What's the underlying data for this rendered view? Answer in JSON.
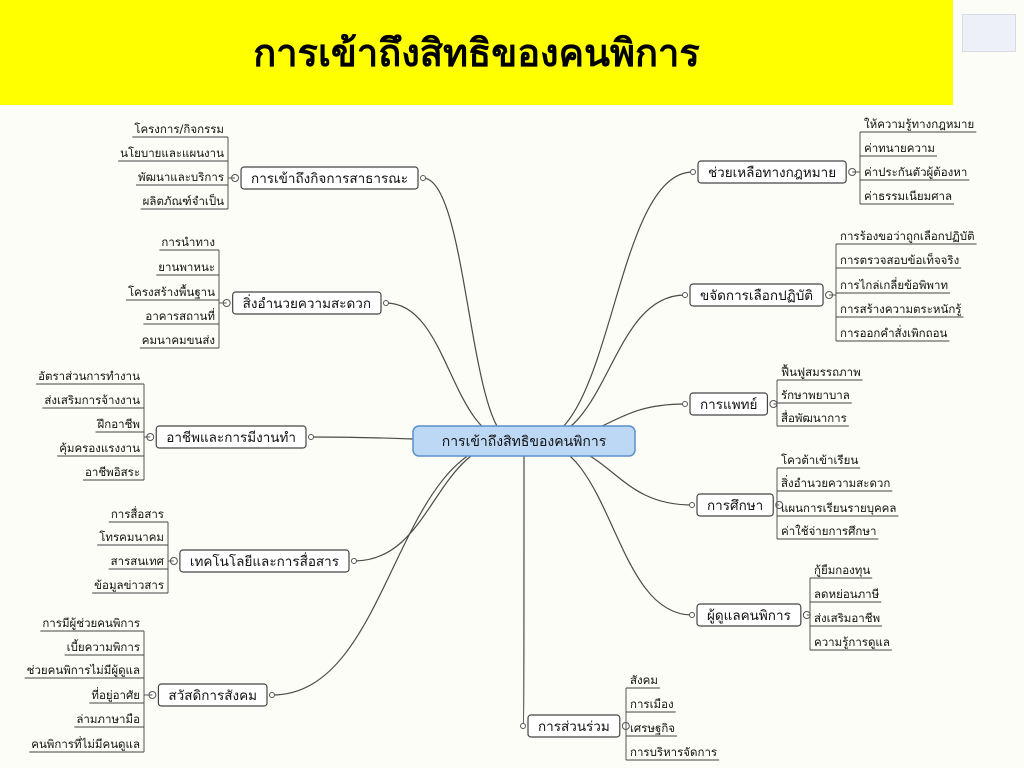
{
  "title": "การเข้าถึงสิทธิของคนพิการ",
  "colors": {
    "banner": "#ffff00",
    "center_fill": "#bcd8f4",
    "center_border": "#5b8fc9",
    "lines": "#4a4a4a"
  },
  "center": "การเข้าถึงสิทธิของคนพิการ",
  "left_branches": [
    {
      "label": "การเข้าถึงกิจการสาธารณะ",
      "leaves": [
        "โครงการ/กิจกรรม",
        "นโยบายและแผนงาน",
        "พัฒนาและบริการ",
        "ผลิตภัณฑ์จำเป็น"
      ]
    },
    {
      "label": "สิ่งอำนวยความสะดวก",
      "leaves": [
        "การนำทาง",
        "ยานพาหนะ",
        "โครงสร้างพื้นฐาน",
        "อาคารสถานที่",
        "คมนาคมขนส่ง"
      ]
    },
    {
      "label": "อาชีพและการมีงานทำ",
      "leaves": [
        "อัตราส่วนการทำงาน",
        "ส่งเสริมการจ้างงาน",
        "ฝึกอาชีพ",
        "คุ้มครองแรงงาน",
        "อาชีพอิสระ"
      ]
    },
    {
      "label": "เทคโนโลยีและการสื่อสาร",
      "leaves": [
        "การสื่อสาร",
        "โทรคมนาคม",
        "สารสนเทศ",
        "ข้อมูลข่าวสาร"
      ]
    },
    {
      "label": "สวัสดิการสังคม",
      "leaves": [
        "การมีผู้ช่วยคนพิการ",
        "เบี้ยความพิการ",
        "ช่วยคนพิการไม่มีผู้ดูแล",
        "ที่อยู่อาศัย",
        "ล่ามภาษามือ",
        "คนพิการที่ไม่มีคนดูแล"
      ]
    }
  ],
  "right_branches": [
    {
      "label": "ช่วยเหลือทางกฎหมาย",
      "leaves": [
        "ให้ความรู้ทางกฎหมาย",
        "ค่าทนายความ",
        "ค่าประกันตัวผู้ต้องหา",
        "ค่าธรรมเนียมศาล"
      ]
    },
    {
      "label": "ขจัดการเลือกปฏิบัติ",
      "leaves": [
        "การร้องขอว่าถูกเลือกปฏิบัติ",
        "การตรวจสอบข้อเท็จจริง",
        "การไกล่เกลี่ยข้อพิพาท",
        "การสร้างความตระหนักรู้",
        "การออกคำสั่งเพิกถอน"
      ]
    },
    {
      "label": "การแพทย์",
      "leaves": [
        "ฟื้นฟูสมรรถภาพ",
        "รักษาพยาบาล",
        "สื่อพัฒนาการ"
      ]
    },
    {
      "label": "การศึกษา",
      "leaves": [
        "โควต้าเข้าเรียน",
        "สิ่งอำนวยความสะดวก",
        "แผนการเรียนรายบุคคล",
        "ค่าใช้จ่ายการศึกษา"
      ]
    },
    {
      "label": "ผู้ดูแลคนพิการ",
      "leaves": [
        "กู้ยืมกองทุน",
        "ลดหย่อนภาษี",
        "ส่งเสริมอาชีพ",
        "ความรู้การดูแล"
      ]
    },
    {
      "label": "การส่วนร่วม",
      "leaves": [
        "สังคม",
        "การเมือง",
        "เศรษฐกิจ",
        "การบริหารจัดการ"
      ]
    }
  ]
}
